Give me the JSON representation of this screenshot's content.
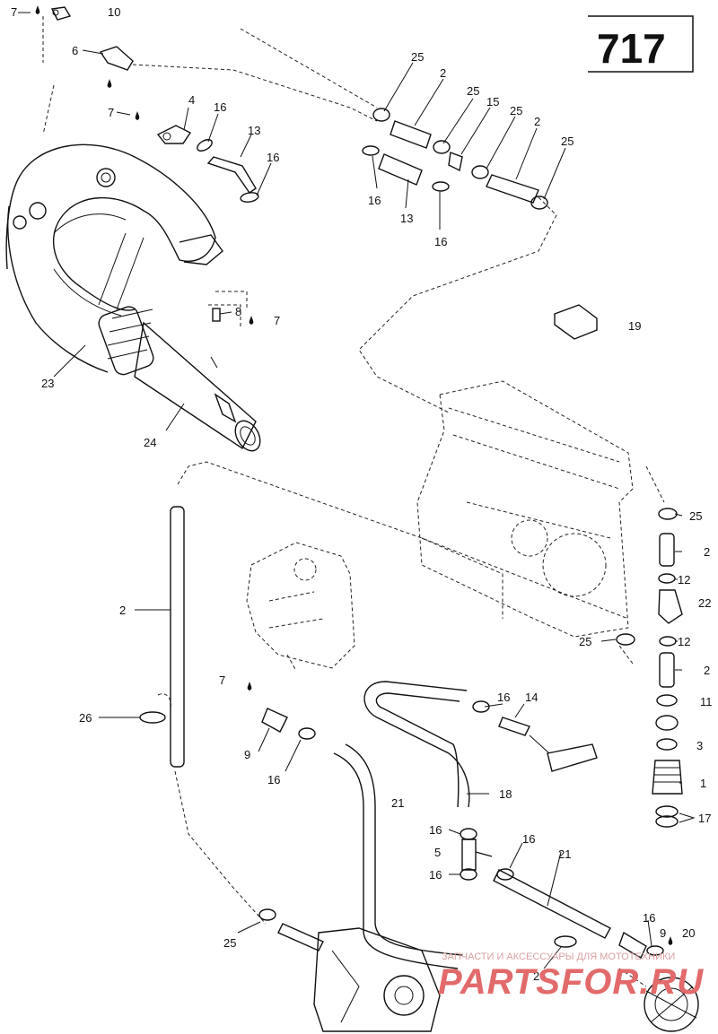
{
  "page": {
    "number": "717"
  },
  "labels": {
    "l10": "10",
    "l7a": "7",
    "l6": "6",
    "l7b": "7",
    "l4": "4",
    "l16a": "16",
    "l13a": "13",
    "l16b": "16",
    "l25a": "25",
    "l2a": "2",
    "l25b": "25",
    "l15": "15",
    "l25c": "25",
    "l2b": "2",
    "l25d": "25",
    "l16c": "16",
    "l13b": "13",
    "l16d": "16",
    "l8": "8",
    "l7c": "7",
    "l19": "19",
    "l23": "23",
    "l24": "24",
    "l25e": "25",
    "l2c": "2",
    "l12a": "12",
    "l22": "22",
    "l25f": "25",
    "l12b": "12",
    "l2d": "2",
    "l11": "11",
    "l3": "3",
    "l1": "1",
    "l17": "17",
    "l2e": "2",
    "l26a": "26",
    "l7d": "7",
    "l9a": "9",
    "l16e": "16",
    "l16f": "16",
    "l14": "14",
    "l18": "18",
    "l21a": "21",
    "l16g": "16",
    "l5": "5",
    "l16h": "16",
    "l16i": "16",
    "l21b": "21",
    "l25g": "25",
    "l26b": "26",
    "l16j": "16",
    "l9b": "9",
    "l20": "20"
  },
  "watermark": {
    "line1": "ЗАПЧАСТИ И АКСЕССУАРЫ ДЛЯ МОТОТЕХНИКИ",
    "line2": "PARTSFOR.RU"
  }
}
